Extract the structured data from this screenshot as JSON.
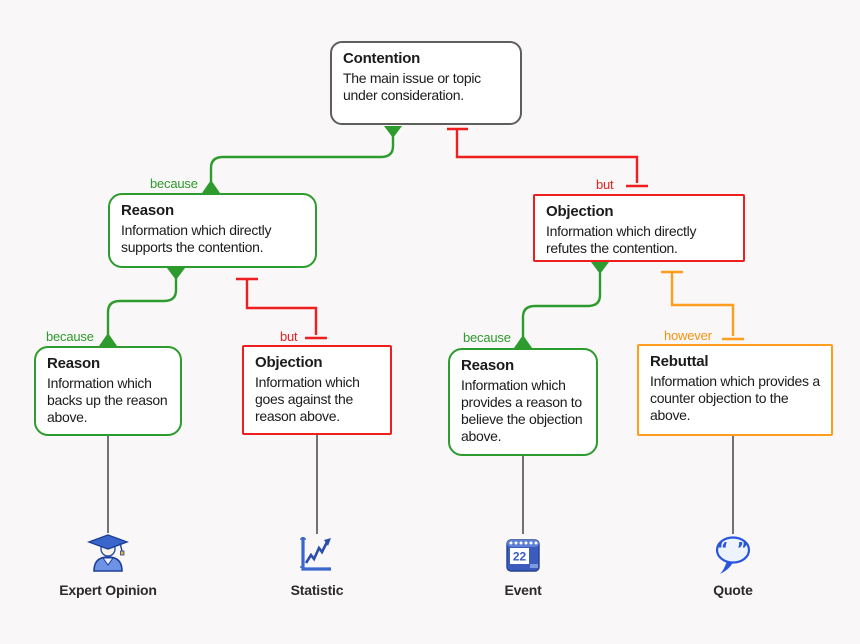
{
  "diagram": {
    "nodes": {
      "contention": {
        "title": "Contention",
        "body": "The main issue or topic under consideration."
      },
      "reason_main": {
        "title": "Reason",
        "body": "Information which directly supports the contention."
      },
      "objection_main": {
        "title": "Objection",
        "body": "Information which directly refutes the contention."
      },
      "reason_backing": {
        "title": "Reason",
        "body": "Information which backs up the reason above."
      },
      "objection_sub": {
        "title": "Objection",
        "body": "Information which goes against the reason above."
      },
      "reason_for_objection": {
        "title": "Reason",
        "body": "Information which provides a reason to believe the objection above."
      },
      "rebuttal": {
        "title": "Rebuttal",
        "body": "Information which provides a counter objection to the above."
      }
    },
    "labels": {
      "because": "because",
      "but": "but",
      "however": "however"
    },
    "basis": [
      {
        "label": "Expert Opinion",
        "icon": "graduate-icon"
      },
      {
        "label": "Statistic",
        "icon": "chart-icon"
      },
      {
        "label": "Event",
        "icon": "calendar-icon"
      },
      {
        "label": "Quote",
        "icon": "quote-icon"
      }
    ],
    "calendar_day": "22",
    "quote_glyphs": "“ ”",
    "colors": {
      "support": "#2d9b2d",
      "oppose": "#ef1f1f",
      "rebut": "#ff9d1f",
      "neutral": "#5e5e5e",
      "icon_blue": "#3a66cc",
      "background": "#f9f7f7"
    }
  }
}
